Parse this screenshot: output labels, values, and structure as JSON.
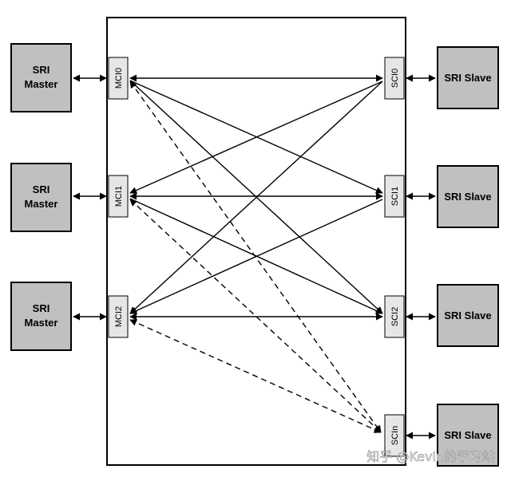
{
  "masters": [
    {
      "line1": "SRI",
      "line2": "Master"
    },
    {
      "line1": "SRI",
      "line2": "Master"
    },
    {
      "line1": "SRI",
      "line2": "Master"
    }
  ],
  "master_ports": [
    "MCI0",
    "MCI1",
    "MCI2"
  ],
  "slave_ports": [
    "SCI0",
    "SCI1",
    "SCI2",
    "SCIn"
  ],
  "slaves": [
    "SRI Slave",
    "SRI Slave",
    "SRI Slave",
    "SRI Slave"
  ],
  "connections": [
    {
      "from": "MCI0",
      "to": "SCI0",
      "style": "solid"
    },
    {
      "from": "MCI0",
      "to": "SCI1",
      "style": "solid"
    },
    {
      "from": "MCI0",
      "to": "SCI2",
      "style": "solid"
    },
    {
      "from": "MCI0",
      "to": "SCIn",
      "style": "dashed"
    },
    {
      "from": "MCI1",
      "to": "SCI0",
      "style": "solid"
    },
    {
      "from": "MCI1",
      "to": "SCI1",
      "style": "solid"
    },
    {
      "from": "MCI1",
      "to": "SCI2",
      "style": "solid"
    },
    {
      "from": "MCI1",
      "to": "SCIn",
      "style": "dashed"
    },
    {
      "from": "MCI2",
      "to": "SCI0",
      "style": "solid"
    },
    {
      "from": "MCI2",
      "to": "SCI1",
      "style": "solid"
    },
    {
      "from": "MCI2",
      "to": "SCI2",
      "style": "solid"
    },
    {
      "from": "MCI2",
      "to": "SCIn",
      "style": "dashed"
    }
  ],
  "watermark": "知乎 @Kevin的学习站",
  "colors": {
    "node_fill": "#c0c0c0",
    "port_fill": "#e6e6e6",
    "stroke": "#000000"
  }
}
